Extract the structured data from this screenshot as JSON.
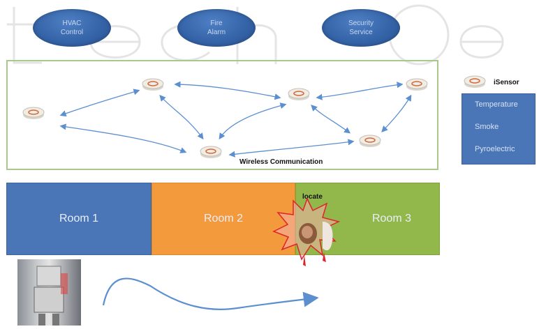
{
  "services": [
    {
      "id": "hvac",
      "label": "HVAC\nControl"
    },
    {
      "id": "fire",
      "label": "Fire\nAlarm"
    },
    {
      "id": "security",
      "label": "Security\nService"
    }
  ],
  "network": {
    "label": "Wireless Communication"
  },
  "legend": {
    "sensor_label": "iSensor",
    "items": [
      "Temperature",
      "Smoke",
      "Pyroelectric"
    ]
  },
  "rooms": [
    {
      "label": "Room 1",
      "color": "#4a76b8"
    },
    {
      "label": "Room 2",
      "color": "#f39a3c"
    },
    {
      "label": "Room 3",
      "color": "#92b84c"
    }
  ],
  "locate_label": "locate",
  "colors": {
    "arrow": "#5b8fd0",
    "alert": "#e0232a",
    "network_border": "#a8c98a"
  }
}
